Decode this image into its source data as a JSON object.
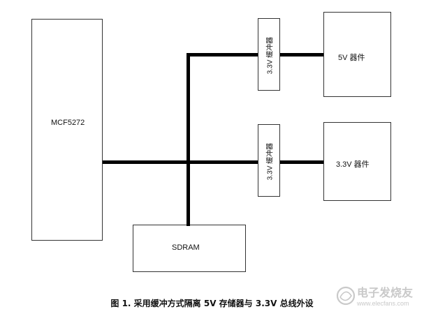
{
  "diagram": {
    "cpu_label": "MCF5272",
    "sdram_label": "SDRAM",
    "buffer_top_label": "3.3V 缓冲器",
    "buffer_bottom_label": "3.3V 缓冲器",
    "device_5v_label": "5V 器件",
    "device_3v3_label": "3.3V 器件",
    "caption": "图 1. 采用缓冲方式隔离 5V 存储器与 3.3V 总线外设"
  },
  "watermark": {
    "brand": "电子发烧友",
    "url": "www.elecfans.com"
  }
}
